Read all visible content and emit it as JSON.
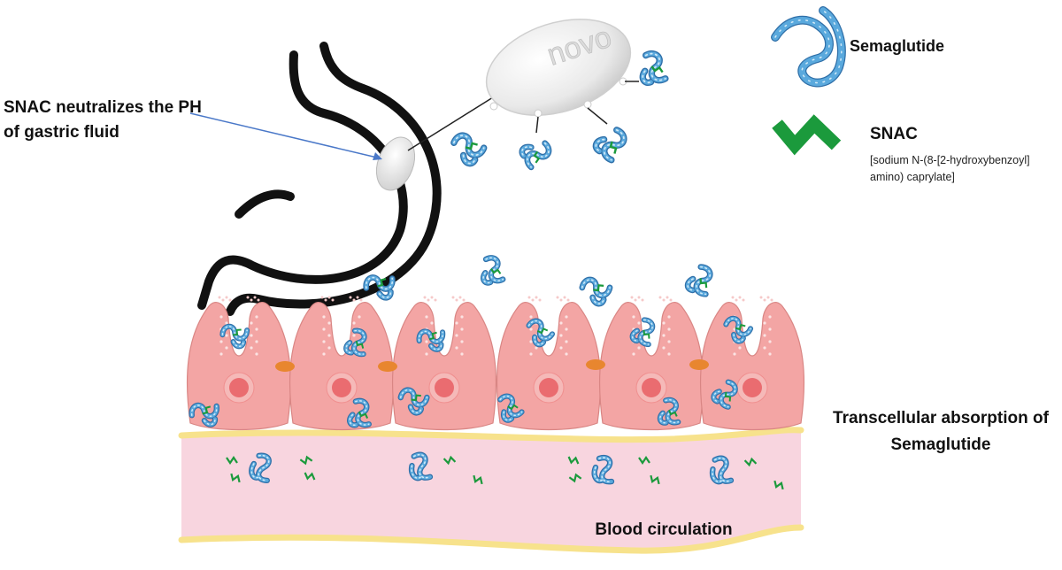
{
  "labels": {
    "snac_note": "SNAC neutralizes the PH of gastric fluid",
    "pill_imprint": "novo",
    "semaglutide": "Semaglutide",
    "snac": "SNAC",
    "snac_full_name": "[sodium N-(8-[2-hydroxybenzoyl] amino) caprylate]",
    "transcellular": "Transcellular absorption of Semaglutide",
    "blood": "Blood circulation"
  },
  "colors": {
    "semaglutide_bead": "#5aa9dd",
    "semaglutide_outline": "#2f6fa8",
    "snac": "#1b9a3c",
    "cell_fill": "#f3a5a4",
    "cell_outline": "#d98684",
    "nucleus": "#ea6c70",
    "junction": "#e8862f",
    "membrane": "#f7e28c",
    "blood": "#f8d5df",
    "arrow": "#4a78c8",
    "stomach_outline": "#111111"
  }
}
